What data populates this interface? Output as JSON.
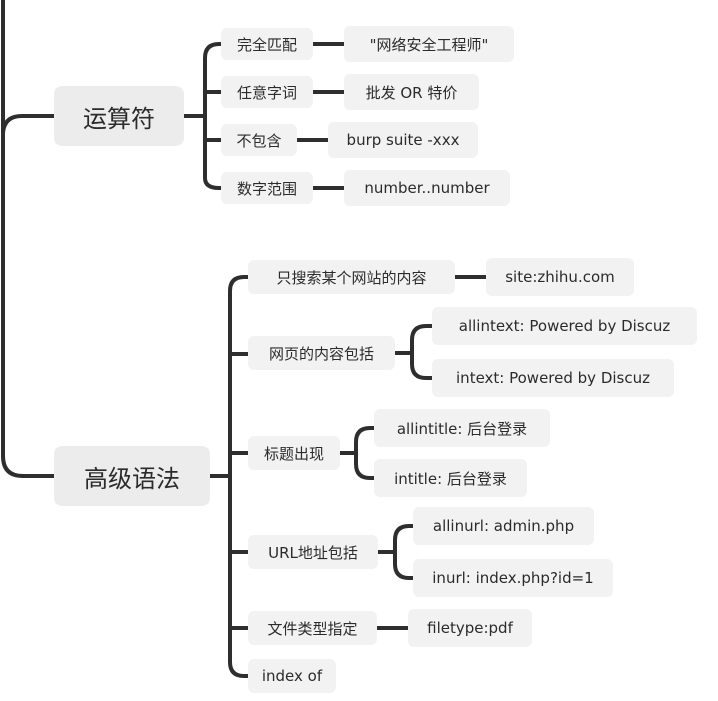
{
  "branches": [
    {
      "label": "运算符",
      "children": [
        {
          "label": "完全匹配",
          "values": [
            "\"网络安全工程师\""
          ]
        },
        {
          "label": "任意字词",
          "values": [
            "批发 OR 特价"
          ]
        },
        {
          "label": "不包含",
          "values": [
            "burp suite -xxx"
          ]
        },
        {
          "label": "数字范围",
          "values": [
            "number..number"
          ]
        }
      ]
    },
    {
      "label": "高级语法",
      "children": [
        {
          "label": "只搜索某个网站的内容",
          "values": [
            "site:zhihu.com"
          ]
        },
        {
          "label": "网页的内容包括",
          "values": [
            "allintext: Powered by Discuz",
            "intext: Powered by Discuz"
          ]
        },
        {
          "label": "标题出现",
          "values": [
            "allintitle: 后台登录",
            "intitle: 后台登录"
          ]
        },
        {
          "label": "URL地址包括",
          "values": [
            "allinurl: admin.php",
            "inurl: index.php?id=1"
          ]
        },
        {
          "label": "文件类型指定",
          "values": [
            "filetype:pdf"
          ]
        },
        {
          "label": "index of",
          "values": []
        }
      ]
    }
  ],
  "colors": {
    "line": "#2e2e2e",
    "node_bg": "#f2f2f2"
  }
}
